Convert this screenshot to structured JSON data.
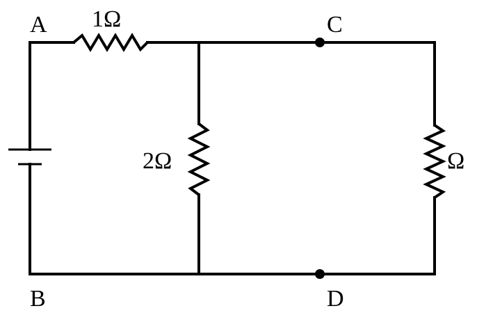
{
  "labels": {
    "node_a": "A",
    "node_b": "B",
    "node_c": "C",
    "node_d": "D",
    "resistor_top": "1Ω",
    "resistor_middle": "2Ω",
    "resistor_right": "Ω"
  },
  "colors": {
    "stroke": "#000000",
    "background": "#ffffff"
  }
}
